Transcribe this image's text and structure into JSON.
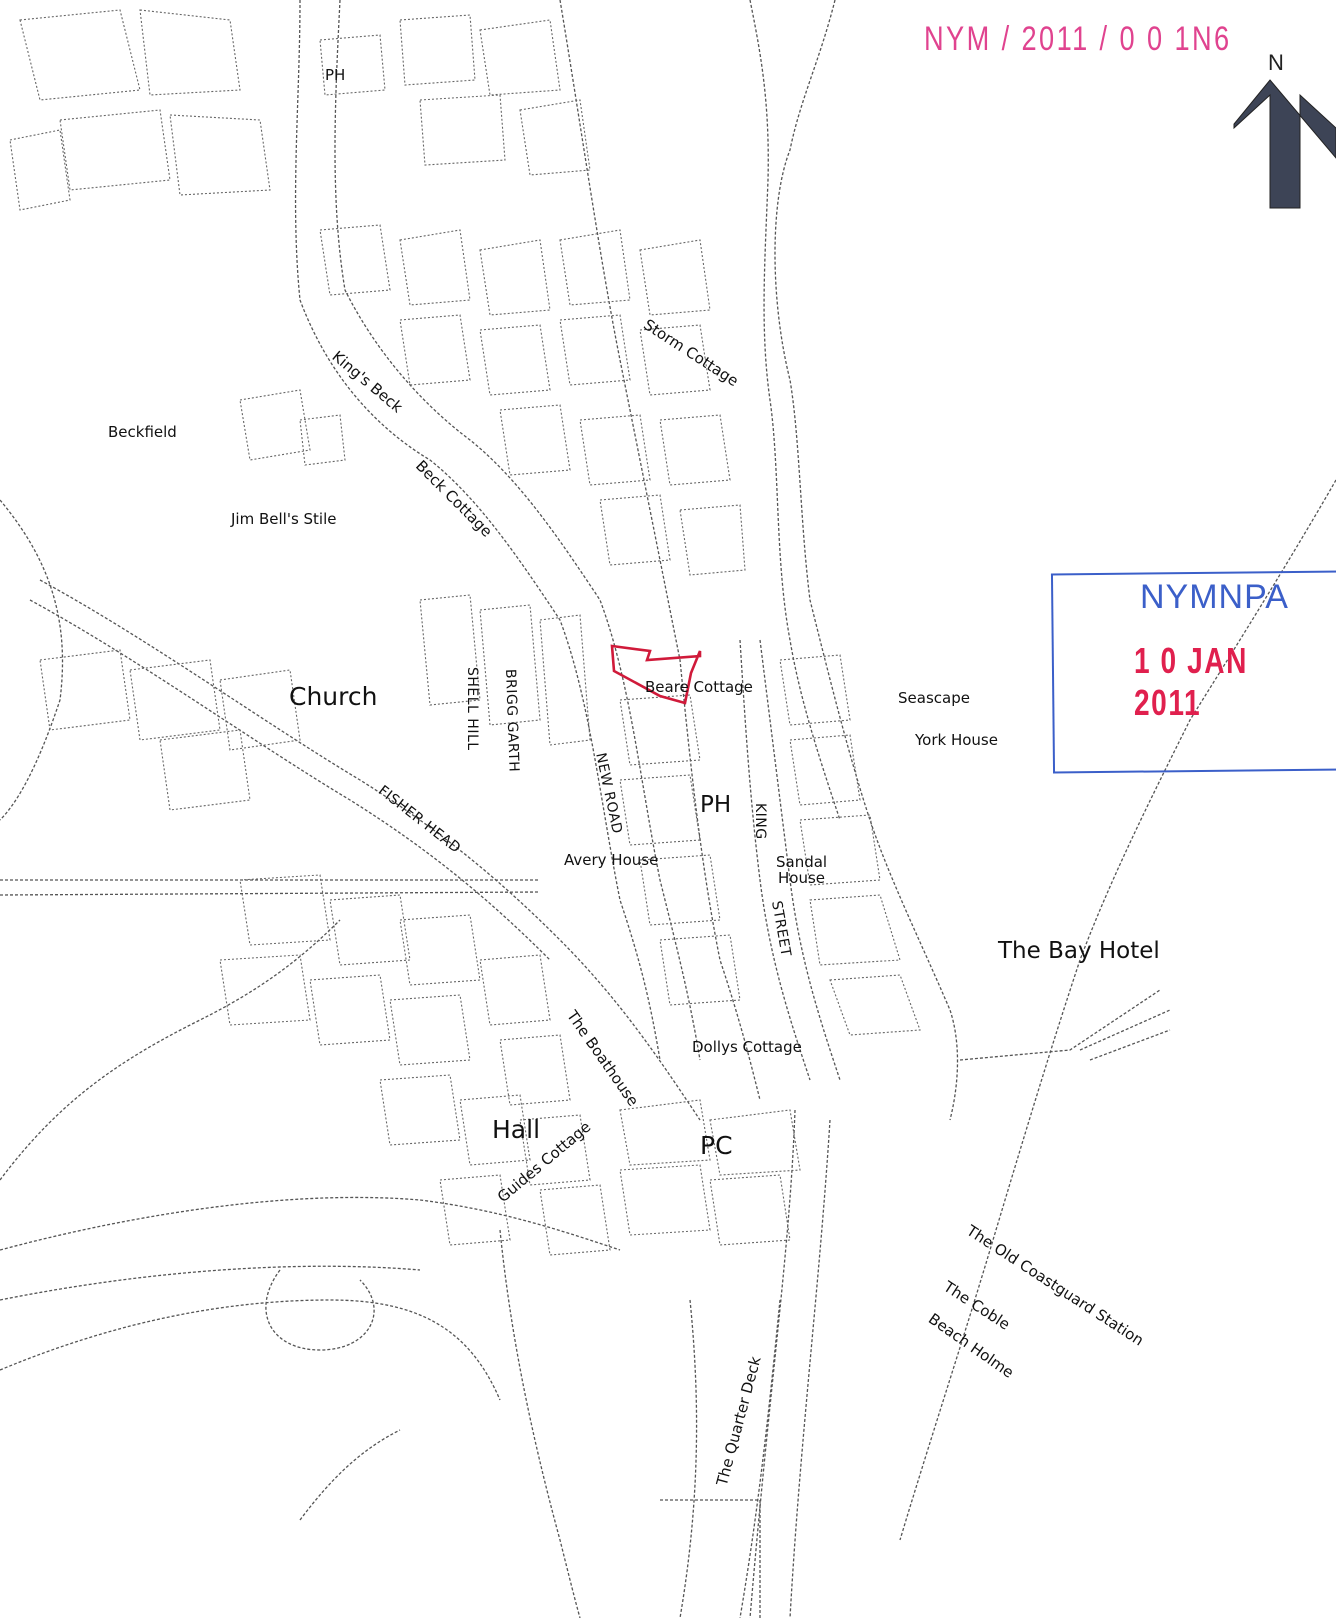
{
  "stamps": {
    "reference": "NYM / 2011 / 0 0 1N6",
    "organisation": "NYMNPA",
    "date": "1 0 JAN 2011"
  },
  "north_arrow": {
    "label": "N",
    "color": "#3d4456"
  },
  "highlight_color": "#d01a3a",
  "labels": {
    "ph_top": "PH",
    "storm_cottage": "Storm Cottage",
    "kings_beck": "King's Beck",
    "beckfield": "Beckfield",
    "beck_cottage": "Beck Cottage",
    "jim_bells_stile": "Jim Bell's Stile",
    "church": "Church",
    "shell_hill": "SHELL HILL",
    "brigg_garth": "BRIGG GARTH",
    "new_road": "NEW ROAD",
    "beare_cottage": "Beare Cottage",
    "ph_middle": "PH",
    "king_street_1": "KING",
    "king_street_2": "STREET",
    "seascape": "Seascape",
    "york_house": "York House",
    "fisher_head": "FISHER HEAD",
    "avery_house": "Avery House",
    "sandal_house_1": "Sandal",
    "sandal_house_2": "House",
    "the_bay_hotel": "The Bay Hotel",
    "the_boathouse": "The Boathouse",
    "dollys_cottage": "Dollys Cottage",
    "hall": "Hall",
    "guides_cottage": "Guides Cottage",
    "pc": "PC",
    "old_coastguard_station": "The Old Coastguard Station",
    "the_coble": "The Coble",
    "beach_holme": "Beach Holme",
    "the_quarter_deck": "The Quarter Deck"
  }
}
